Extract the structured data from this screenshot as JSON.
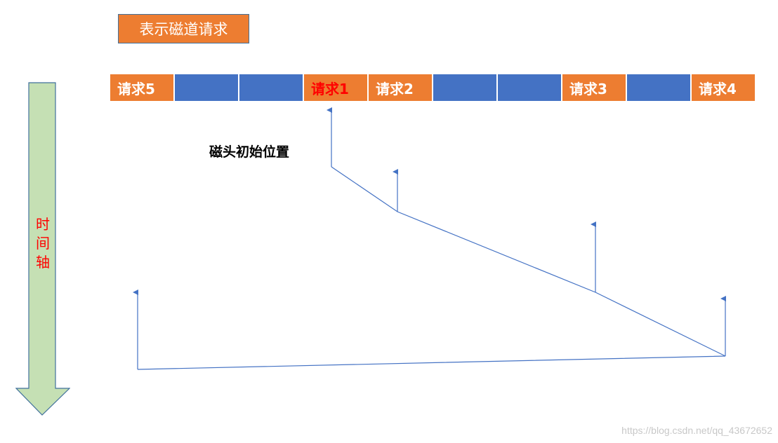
{
  "legend": {
    "label": "表示磁道请求"
  },
  "track": {
    "cells": [
      {
        "label": "请求5",
        "kind": "request",
        "highlight": false
      },
      {
        "label": "",
        "kind": "empty",
        "highlight": false
      },
      {
        "label": "",
        "kind": "empty",
        "highlight": false
      },
      {
        "label": "请求1",
        "kind": "request",
        "highlight": true
      },
      {
        "label": "请求2",
        "kind": "request",
        "highlight": false
      },
      {
        "label": "",
        "kind": "empty",
        "highlight": false
      },
      {
        "label": "",
        "kind": "empty",
        "highlight": false
      },
      {
        "label": "请求3",
        "kind": "request",
        "highlight": false
      },
      {
        "label": "",
        "kind": "empty",
        "highlight": false
      },
      {
        "label": "请求4",
        "kind": "request",
        "highlight": false
      }
    ]
  },
  "head_start_label": "磁头初始位置",
  "time_axis": {
    "label": "时间轴"
  },
  "watermark": "https://blog.csdn.net/qq_43672652",
  "colors": {
    "request": "#ED7D31",
    "empty": "#4472C4",
    "highlight_text": "#FF0000",
    "path": "#4472C4",
    "axis_fill": "#C5E0B4",
    "axis_stroke": "#41719C"
  },
  "service_order": [
    "请求1",
    "请求2",
    "请求3",
    "请求4",
    "请求5"
  ]
}
